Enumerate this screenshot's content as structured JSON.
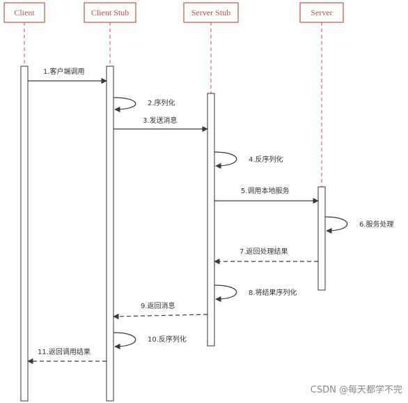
{
  "actors": [
    {
      "id": "client",
      "label": "Client"
    },
    {
      "id": "client_stub",
      "label": "Client Stub"
    },
    {
      "id": "server_stub",
      "label": "Server Stub"
    },
    {
      "id": "server",
      "label": "Server"
    }
  ],
  "messages": [
    {
      "label": "1.客户端调用",
      "from": "client",
      "to": "client_stub",
      "style": "solid"
    },
    {
      "label": "2.序列化",
      "from": "client_stub",
      "to": "client_stub",
      "style": "self"
    },
    {
      "label": "3.发送消息",
      "from": "client_stub",
      "to": "server_stub",
      "style": "solid"
    },
    {
      "label": "4.反序列化",
      "from": "server_stub",
      "to": "server_stub",
      "style": "self"
    },
    {
      "label": "5.调用本地服务",
      "from": "server_stub",
      "to": "server",
      "style": "solid"
    },
    {
      "label": "6.服务处理",
      "from": "server",
      "to": "server",
      "style": "self"
    },
    {
      "label": "7.返回处理结果",
      "from": "server",
      "to": "server_stub",
      "style": "dashed"
    },
    {
      "label": "8.将结果序列化",
      "from": "server_stub",
      "to": "server_stub",
      "style": "self"
    },
    {
      "label": "9.返回消息",
      "from": "server_stub",
      "to": "client_stub",
      "style": "dashed"
    },
    {
      "label": "10.反序列化",
      "from": "client_stub",
      "to": "client_stub",
      "style": "self"
    },
    {
      "label": "11.返回调用结果",
      "from": "client_stub",
      "to": "client",
      "style": "dashed"
    }
  ],
  "watermark": "CSDN @每天都学不完"
}
